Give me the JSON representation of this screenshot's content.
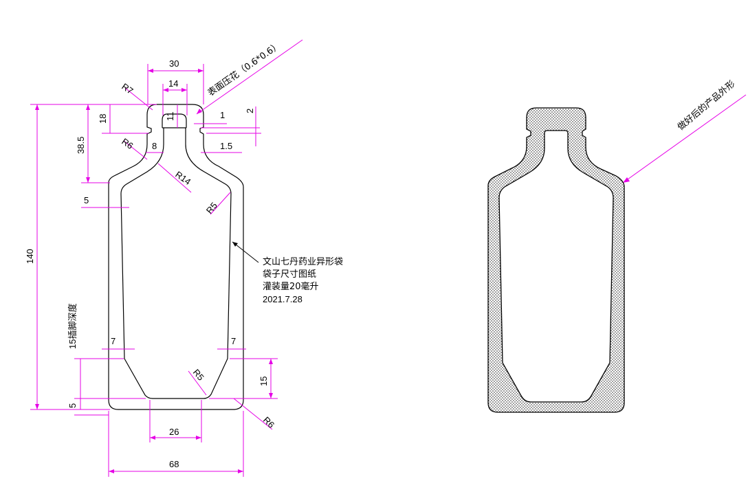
{
  "drawing": {
    "dimensions": {
      "top_width": "30",
      "neck_width": "14",
      "corner_radius_top": "R7",
      "neck_height": "11",
      "notch_1": "1",
      "notch_2": "2",
      "cap_height": "18",
      "shoulder_radius_small": "R6",
      "neck_inner": "8",
      "notch_depth": "1.5",
      "shoulder_height": "38.5",
      "shoulder_radius_large": "R14",
      "body_radius": "R5",
      "seal_width": "5",
      "total_height": "140",
      "bottom_seal_left": "7",
      "bottom_seal_right": "7",
      "insert_depth": "15插脚深度",
      "bottom_taper": "15",
      "bottom_radius_inner": "R5",
      "bottom_seal": "5",
      "bottom_inner_width": "26",
      "bottom_corner_radius": "R6",
      "total_width": "68"
    },
    "texture_note": "表面压花（0.6*0.6）",
    "product_label": "做好后的产品外形",
    "title_block": {
      "line1": "文山七丹药业异形袋",
      "line2": "袋子尺寸图纸",
      "line3": "灌装量20毫升",
      "line4": "2021.7.28"
    },
    "colors": {
      "dimension": "#e600e6",
      "outline": "#000000"
    }
  }
}
